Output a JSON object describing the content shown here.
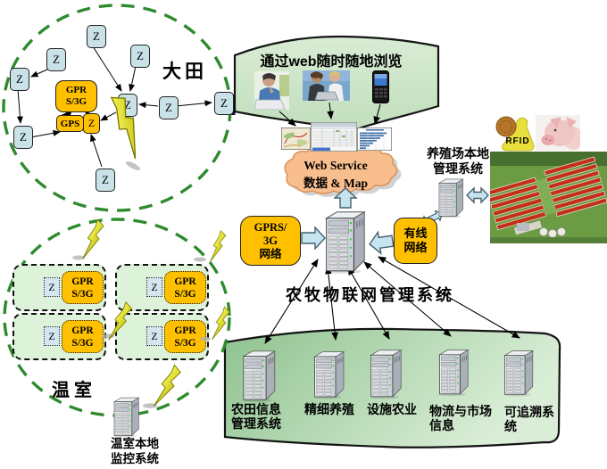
{
  "field_area": {
    "label": "大田",
    "node_label": "Z",
    "gprs_line1": "GPR",
    "gprs_line2": "S/3G",
    "gps_label": "GPS"
  },
  "web_banner": {
    "title": "通过web随时随地浏览"
  },
  "cloud": {
    "line1": "Web Service",
    "line2": "数据 & Map"
  },
  "gprs_network": {
    "line1": "GPRS/",
    "line2": "3G",
    "line3": "网络"
  },
  "wired_network": {
    "line1": "有线",
    "line2": "网络"
  },
  "farm_system": {
    "line1": "养殖场本地",
    "line2": "管理系统"
  },
  "rfid": {
    "label": "RFID"
  },
  "main_system": {
    "label": "农牧物联网管理系统"
  },
  "greenhouse_area": {
    "label": "温室",
    "node_label": "Z",
    "gprs_line1": "GPR",
    "gprs_line2": "S/3G"
  },
  "greenhouse_server": {
    "line1": "温室本地",
    "line2": "监控系统"
  },
  "subsystems": [
    {
      "line1": "农田信息",
      "line2": "管理系统"
    },
    {
      "line1": "精细养殖",
      "line2": ""
    },
    {
      "line1": "设施农业",
      "line2": ""
    },
    {
      "line1": "物流与市场",
      "line2": "信息"
    },
    {
      "line1": "可追溯系",
      "line2": "统"
    }
  ],
  "colors": {
    "accent_orange": "#FFC000",
    "node_blue": "#C9E2E8",
    "banner_green_light": "#CFE6CB",
    "banner_green_dark": "#96C696",
    "cloud_orange": "#F9BE8E",
    "boundary_green": "#2E8B2E",
    "lightning_yellow": "#FFF23B"
  }
}
